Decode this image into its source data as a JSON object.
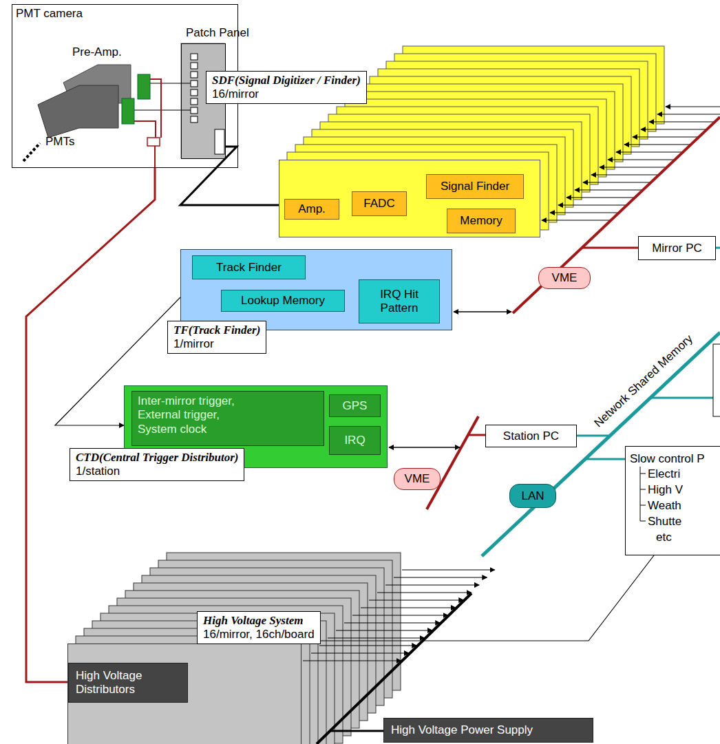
{
  "diagram": {
    "nodes": [
      {
        "text": [
          "PMT camera"
        ]
      },
      {
        "text": [
          "Patch Panel"
        ],
        "in": 0
      },
      {
        "text": [
          "SDF(Signal Digitizer / Finder)",
          "16/mirror"
        ]
      },
      {
        "text": [
          "Amp."
        ],
        "in": 2
      },
      {
        "text": [
          "FADC"
        ],
        "in": 2
      },
      {
        "text": [
          "Signal Finder"
        ],
        "in": 2
      },
      {
        "text": [
          "Memory"
        ],
        "in": 2
      },
      {
        "text": [
          "Mirror PC"
        ]
      },
      {
        "text": [
          "VME"
        ]
      },
      {
        "text": [
          "TF(Track Finder)",
          "1/mirror"
        ]
      },
      {
        "text": [
          "Track Finder"
        ],
        "in": 9
      },
      {
        "text": [
          "Lookup Memory"
        ],
        "in": 9
      },
      {
        "text": [
          "IRQ Hit Pattern"
        ],
        "in": 9
      },
      {
        "text": [
          "CTD(Central Trigger Distributor)",
          "1/station"
        ]
      },
      {
        "text": [
          "Inter-mirror trigger, External trigger, System clock"
        ],
        "in": 13
      },
      {
        "text": [
          "GPS"
        ],
        "in": 13
      },
      {
        "text": [
          "IRQ"
        ],
        "in": 13
      },
      {
        "text": [
          "Station PC"
        ]
      },
      {
        "text": [
          "VME"
        ]
      },
      {
        "text": [
          "LAN"
        ]
      },
      {
        "text": [
          "Slow control P",
          "Electri",
          "High V",
          "Weath",
          "Shutte",
          "etc"
        ]
      },
      {
        "text": [
          "High Voltage System",
          "16/mirror, 16ch/board"
        ]
      },
      {
        "text": [
          "High Voltage Distributors"
        ],
        "in": 21
      },
      {
        "text": [
          "High Voltage Power Supply"
        ]
      }
    ],
    "edges": [
      {
        "from": 1,
        "to": 2,
        "arrow": "none"
      },
      {
        "from": 9,
        "to": 13,
        "arrow": "to"
      },
      {
        "from": 22,
        "to": 0,
        "arrow": "none"
      },
      {
        "from": 20,
        "to": 21,
        "arrow": "none"
      }
    ],
    "labels": [
      "Pre-Amp.",
      "PMTs",
      "Network Shared Memory"
    ]
  }
}
